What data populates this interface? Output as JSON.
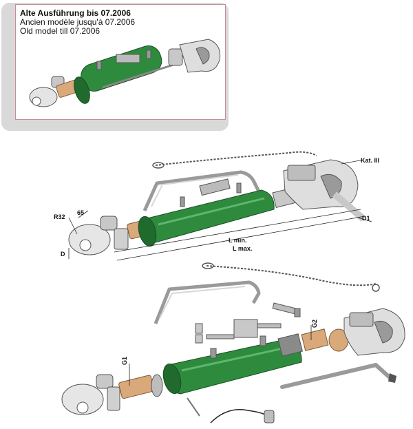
{
  "inset": {
    "title_de": "Alte Ausführung bis 07.2006",
    "title_fr": "Ancien modèle jusqu'à 07.2006",
    "title_en": "Old model till 07.2006"
  },
  "dimensions": {
    "r32": "R32",
    "d65": "65",
    "d": "D",
    "l_min": "L min.",
    "l_max": "L max.",
    "d1": "D1",
    "kat": "Kat. III",
    "g1": "G1",
    "g2": "G2"
  },
  "colors": {
    "cylinder_green": "#2e8b3e",
    "cylinder_dark": "#1f6a2c",
    "metal_light": "#e4e4e4",
    "metal_mid": "#b5b5b5",
    "metal_dark": "#7a7a7a",
    "inset_border": "#c98f93"
  }
}
